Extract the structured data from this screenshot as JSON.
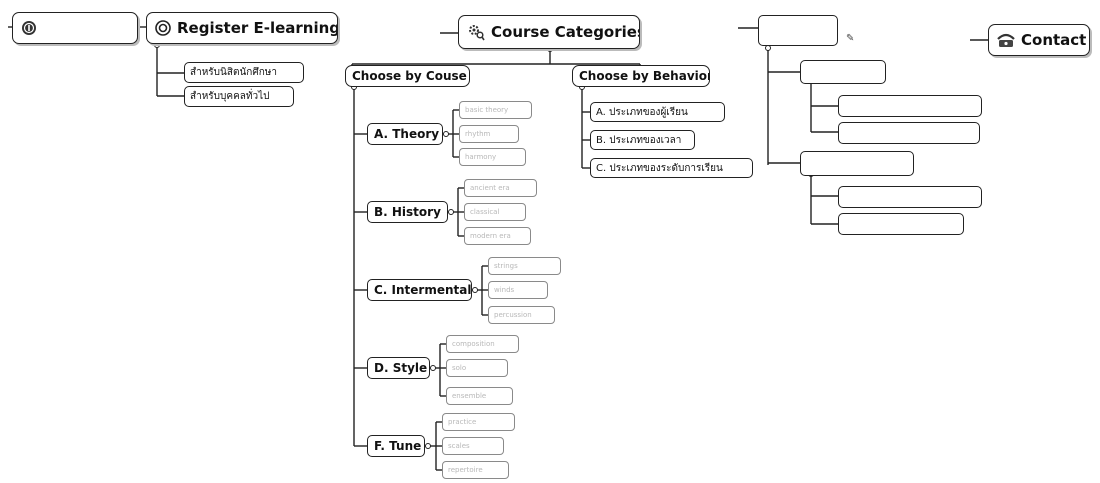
{
  "colors": {
    "line": "#222222",
    "leaf_border": "#8a8a8a",
    "leaf_text": "#b8b8b8"
  },
  "top_nodes": {
    "info": {
      "icon": "info-globe-icon"
    },
    "register": {
      "label": "Register E-learning",
      "icon": "register-circle-icon"
    },
    "categories": {
      "label": "Course Categories",
      "icon": "gear-search-icon"
    },
    "contact": {
      "label": "Contact",
      "icon": "contact-telephone-icon"
    }
  },
  "register_children": [
    "สำหรับนิสิตนักศึกษา",
    "สำหรับบุคคลทั่วไป"
  ],
  "branches": {
    "by_course": {
      "label": "Choose by Couse"
    },
    "by_behavior": {
      "label": "Choose by Behavior"
    }
  },
  "course_groups": [
    {
      "label": "A. Theory",
      "children": [
        "basic theory",
        "rhythm",
        "harmony"
      ]
    },
    {
      "label": "B. History",
      "children": [
        "ancient era",
        "classical",
        "modern era"
      ]
    },
    {
      "label": "C. Intermental",
      "children": [
        "strings",
        "winds",
        "percussion"
      ]
    },
    {
      "label": "D. Style",
      "children": [
        "composition",
        "solo",
        "ensemble"
      ]
    },
    {
      "label": "F. Tune",
      "children": [
        "practice",
        "scales",
        "repertoire"
      ]
    }
  ],
  "behavior_items": [
    "A. ประเภทของผู้เรียน",
    "B. ประเภทของเวลา",
    "C. ประเภทของระดับการเรียน"
  ]
}
